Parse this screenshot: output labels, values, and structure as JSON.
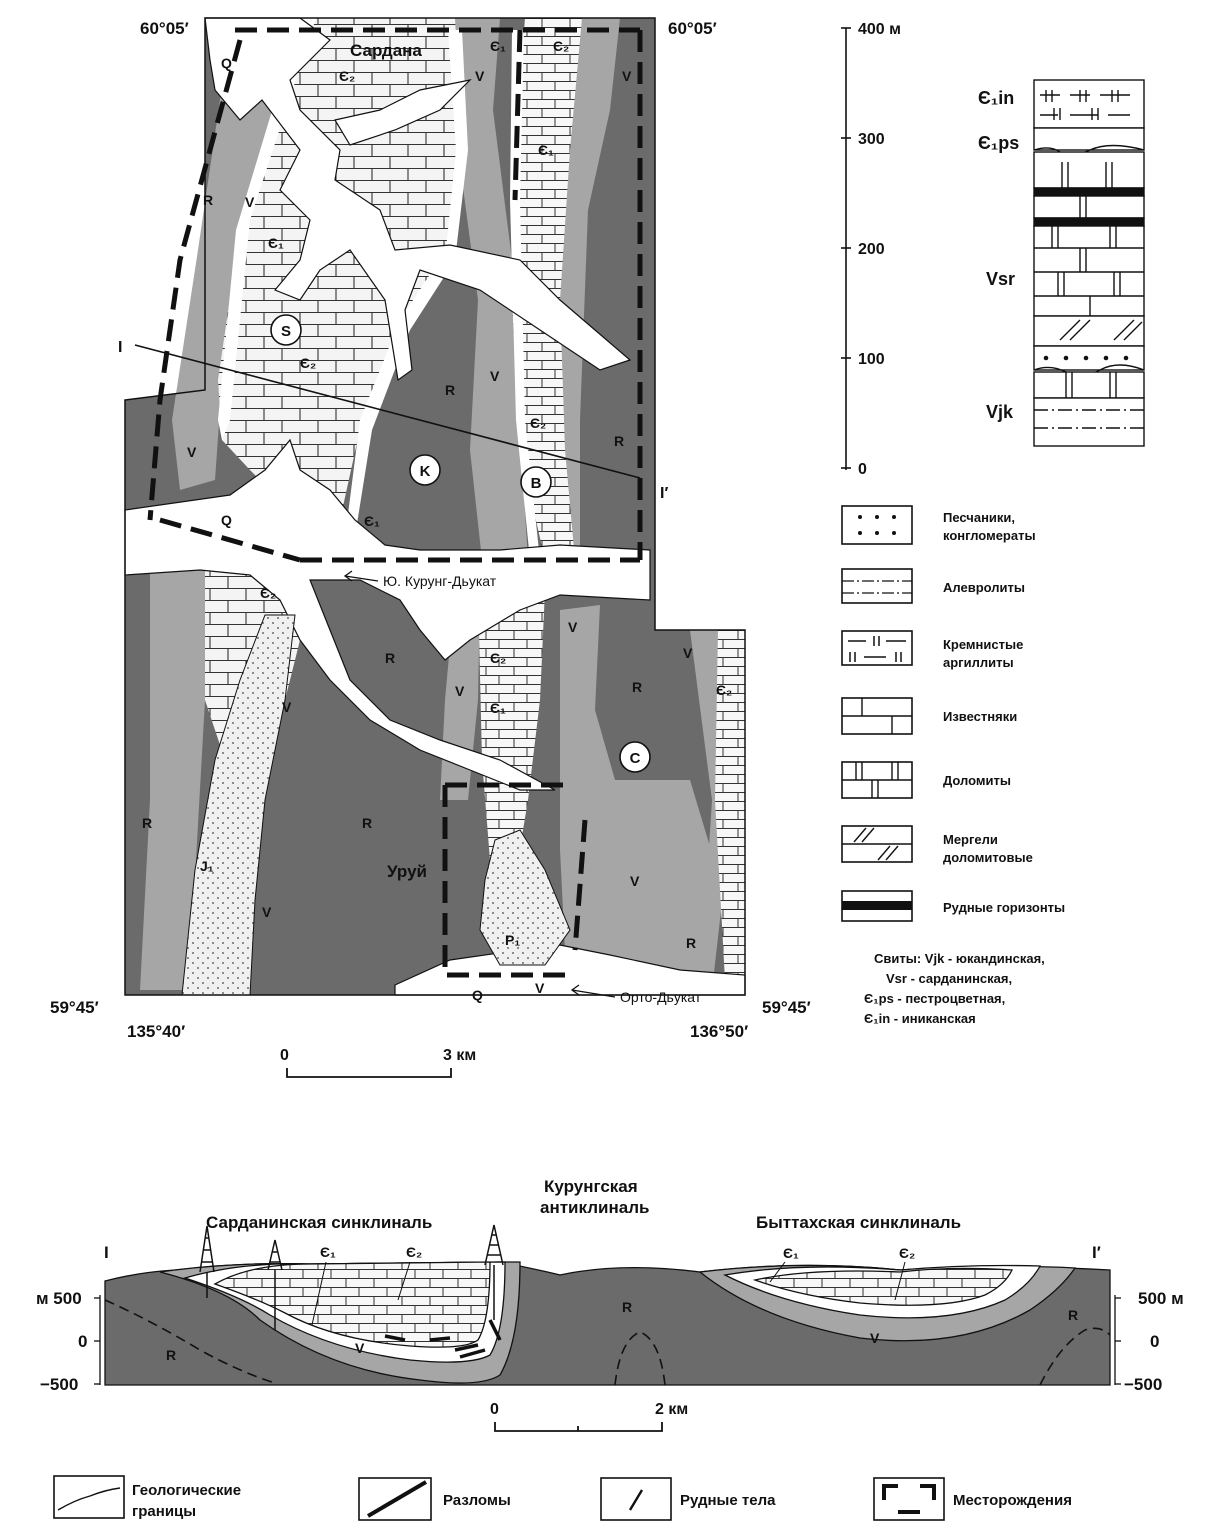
{
  "map": {
    "corners": {
      "top_left": "60°05′",
      "top_right": "60°05′",
      "bottom_left": "59°45′",
      "bottom_right": "59°45′",
      "lon_left": "135°40′",
      "lon_right": "136°50′"
    },
    "places": {
      "sardana": "Сардана",
      "uruy": "Уруй",
      "s_kurung": "Ю. Курунг-Дьукат",
      "orto": "Орто-Дьукат"
    },
    "unit_labels": {
      "Q": "Q",
      "R": "R",
      "V": "V",
      "E1": "Є₁",
      "E2": "Є₂",
      "J1": "J₁",
      "P1": "P₁"
    },
    "circles": {
      "S": "S",
      "K": "K",
      "B": "B",
      "C": "C"
    },
    "section_line": {
      "start": "I",
      "end": "I′"
    },
    "scale": {
      "zero": "0",
      "end": "3 км"
    }
  },
  "column": {
    "ticks": [
      "400 м",
      "300",
      "200",
      "100",
      "0"
    ],
    "formations": {
      "e1in": "Є₁in",
      "e1ps": "Є₁ps",
      "vsr": "Vsr",
      "vjk": "Vjk"
    }
  },
  "lithology_legend": [
    {
      "icon": "sandstone-icon",
      "label_lines": [
        "Песчаники,",
        "конгломераты"
      ]
    },
    {
      "icon": "siltstone-icon",
      "label_lines": [
        "Алевролиты"
      ]
    },
    {
      "icon": "siliceous-mudstone-icon",
      "label_lines": [
        "Кремнистые",
        "аргиллиты"
      ]
    },
    {
      "icon": "limestone-icon",
      "label_lines": [
        "Известняки"
      ]
    },
    {
      "icon": "dolomite-icon",
      "label_lines": [
        "Доломиты"
      ]
    },
    {
      "icon": "marl-icon",
      "label_lines": [
        "Мергели",
        "доломитовые"
      ]
    },
    {
      "icon": "ore-horizon-icon",
      "label_lines": [
        "Рудные горизонты"
      ]
    }
  ],
  "suites": {
    "lines": [
      "Свиты: Vjk - юкандинская,",
      "Vsr - сарданинская,",
      "Є₁ps - пестроцветная,",
      "Є₁in - иниканская"
    ]
  },
  "section": {
    "titles": {
      "sardana_syncline": "Сарданинская синклиналь",
      "kurung_1": "Курунгская",
      "kurung_2": "антиклиналь",
      "byttakh_syncline": "Быттахская синклиналь"
    },
    "ends": {
      "left": "I",
      "right": "I′"
    },
    "left_axis": [
      "м 500",
      "0",
      "−500"
    ],
    "right_axis": [
      "500 м",
      "0",
      "−500"
    ],
    "units": {
      "E1": "Є₁",
      "E2": "Є₂",
      "V": "V",
      "R": "R"
    },
    "scale": {
      "zero": "0",
      "end": "2 км"
    }
  },
  "bottom_legend": [
    {
      "icon": "geologic-boundary-icon",
      "label_lines": [
        "Геологические",
        "границы"
      ]
    },
    {
      "icon": "fault-icon",
      "label_lines": [
        "Разломы"
      ]
    },
    {
      "icon": "ore-body-icon",
      "label_lines": [
        "Рудные тела"
      ]
    },
    {
      "icon": "deposit-icon",
      "label_lines": [
        "Месторождения"
      ]
    }
  ],
  "colors": {
    "R": "#6b6b6b",
    "V": "#a6a6a6",
    "E": "#f2f2f2",
    "Q": "#ffffff",
    "line": "#111111"
  }
}
